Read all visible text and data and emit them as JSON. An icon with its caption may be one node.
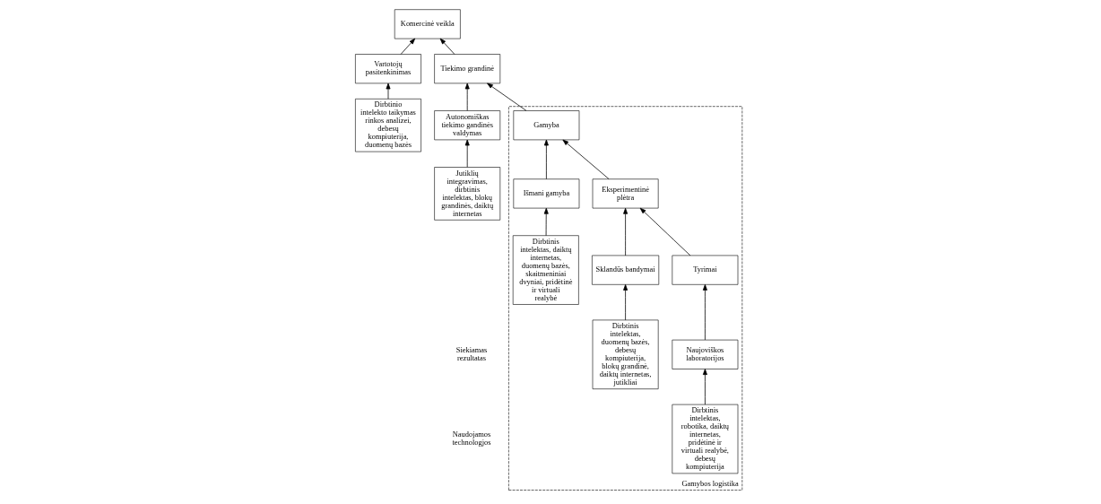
{
  "diagram": {
    "nodes": [
      {
        "text": [
          "Gamybos logistika"
        ]
      },
      {
        "text": [
          "Tyrimai"
        ],
        "in": 0
      },
      {
        "text": [
          "Eksperimentinė plėtra"
        ],
        "in": 0
      },
      {
        "text": [
          "Gamyba"
        ],
        "in": 0
      },
      {
        "text": [
          "Tiekimo grandinė"
        ]
      },
      {
        "text": [
          "Komercinė veikla"
        ]
      },
      {
        "text": [
          "Naujoviškos laboratorijos"
        ],
        "in": 0
      },
      {
        "text": [
          "Sklandūs bandymai"
        ],
        "in": 0
      },
      {
        "text": [
          "Išmani gamyba"
        ],
        "in": 0
      },
      {
        "text": [
          "Autonomiškas tiekimo gandinės valdymas"
        ]
      },
      {
        "text": [
          "Vartotojų pasitenkinimas"
        ]
      },
      {
        "text": [
          "Dirbtinis intelektas, robotika, daiktų internetas, pridėtinė ir virtuali realybė, debesų kompiuterija"
        ],
        "in": 0
      },
      {
        "text": [
          "Dirbtinis intelektas, duomenų bazės, debesų kompiuterija, blokų grandinė, daiktų internetas, jutikliai"
        ],
        "in": 0
      },
      {
        "text": [
          "Dirbtinis intelektas, daiktų internetas, duomenų bazės, skaitmeniniai dvyniai, pridėtinė ir virtuali realybė"
        ],
        "in": 0
      },
      {
        "text": [
          "Jutiklių integravimas, dirbtinis intelektas, blokų grandinės, daiktų internetas"
        ]
      },
      {
        "text": [
          "Dirbtinio intelekto taikymas rinkos analizei, debesų kompiuterija, duomenų bazės"
        ]
      }
    ],
    "edges": [
      {
        "from": 1,
        "to": 2,
        "arrow": "to"
      },
      {
        "from": 2,
        "to": 3,
        "arrow": "to"
      },
      {
        "from": 3,
        "to": 4,
        "arrow": "to"
      },
      {
        "from": 4,
        "to": 5,
        "arrow": "to"
      },
      {
        "from": 6,
        "to": 1,
        "arrow": "to"
      },
      {
        "from": 7,
        "to": 2,
        "arrow": "to"
      },
      {
        "from": 8,
        "to": 3,
        "arrow": "to"
      },
      {
        "from": 9,
        "to": 4,
        "arrow": "to"
      },
      {
        "from": 10,
        "to": 5,
        "arrow": "to"
      },
      {
        "from": 11,
        "to": 6,
        "arrow": "to"
      },
      {
        "from": 12,
        "to": 7,
        "arrow": "to"
      },
      {
        "from": 13,
        "to": 8,
        "arrow": "to"
      },
      {
        "from": 14,
        "to": 9,
        "arrow": "to"
      },
      {
        "from": 15,
        "to": 10,
        "arrow": "to"
      }
    ],
    "labels": [
      "Siekiamas rezultatas",
      "Naudojamos technologjos"
    ]
  }
}
